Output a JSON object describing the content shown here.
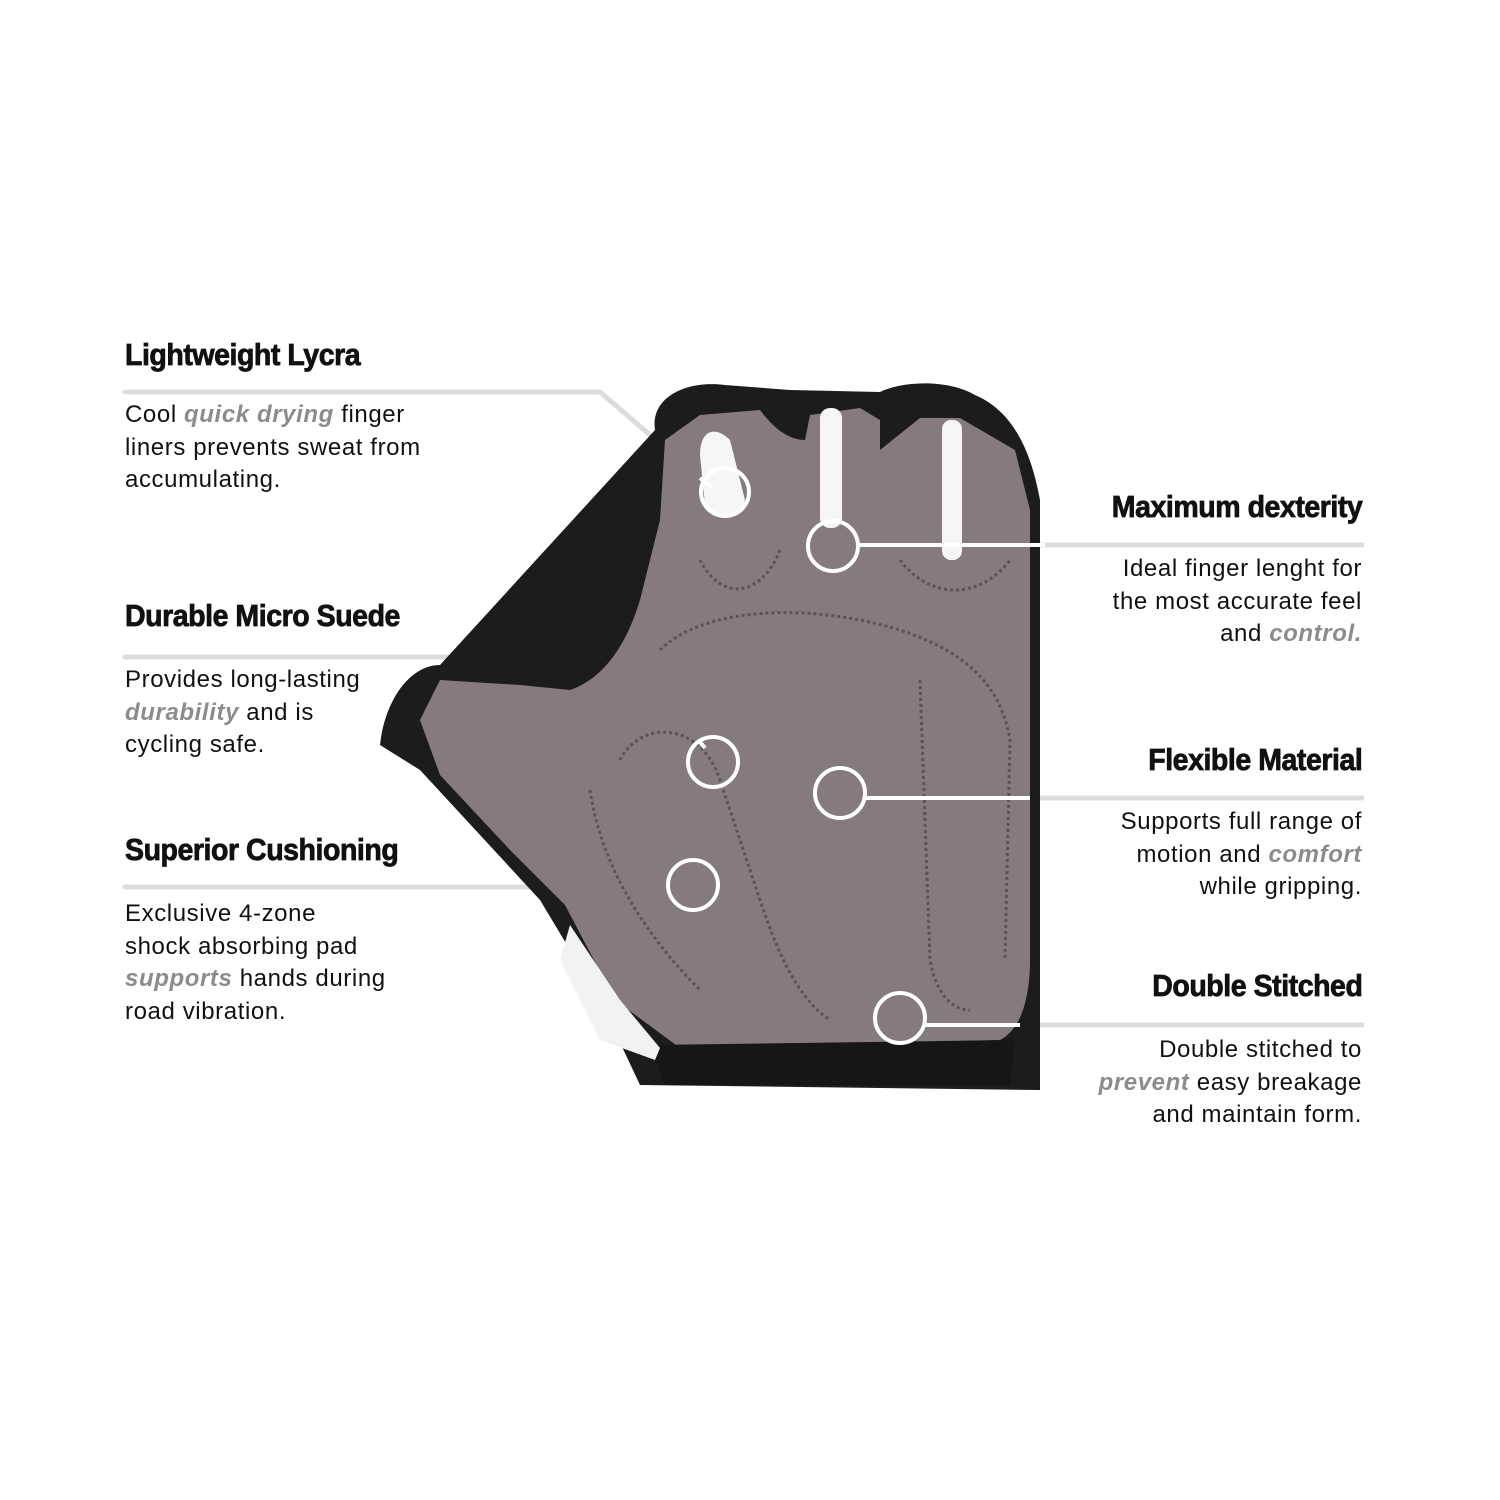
{
  "colors": {
    "text": "#111111",
    "emphasis": "#8c8c8c",
    "rule": "#dcdcdc",
    "glove_suede": "#857b7e",
    "glove_trim": "#1a1a1a",
    "callout": "#ffffff"
  },
  "features": [
    {
      "title": "Lightweight Lycra",
      "lines": [
        [
          "Cool ",
          "quick drying",
          " finger"
        ],
        [
          "liners prevents sweat from"
        ],
        [
          "accumulating."
        ]
      ]
    },
    {
      "title": "Durable Micro Suede",
      "lines": [
        [
          "Provides long-lasting"
        ],
        [
          "",
          "durability",
          " and is"
        ],
        [
          "cycling safe."
        ]
      ]
    },
    {
      "title": "Superior Cushioning",
      "lines": [
        [
          "Exclusive 4-zone"
        ],
        [
          "shock absorbing pad"
        ],
        [
          "",
          "supports",
          " hands during"
        ],
        [
          "road vibration."
        ]
      ]
    },
    {
      "title": "Maximum dexterity",
      "lines": [
        [
          "Ideal finger lenght for"
        ],
        [
          "the most accurate feel"
        ],
        [
          "and ",
          "control."
        ]
      ]
    },
    {
      "title": "Flexible Material",
      "lines": [
        [
          "Supports full range of"
        ],
        [
          "motion and ",
          "comfort"
        ],
        [
          "while gripping."
        ]
      ]
    },
    {
      "title": "Double Stitched",
      "lines": [
        [
          "Double stitched to"
        ],
        [
          "",
          "prevent",
          " easy breakage"
        ],
        [
          "and maintain form."
        ]
      ]
    }
  ]
}
